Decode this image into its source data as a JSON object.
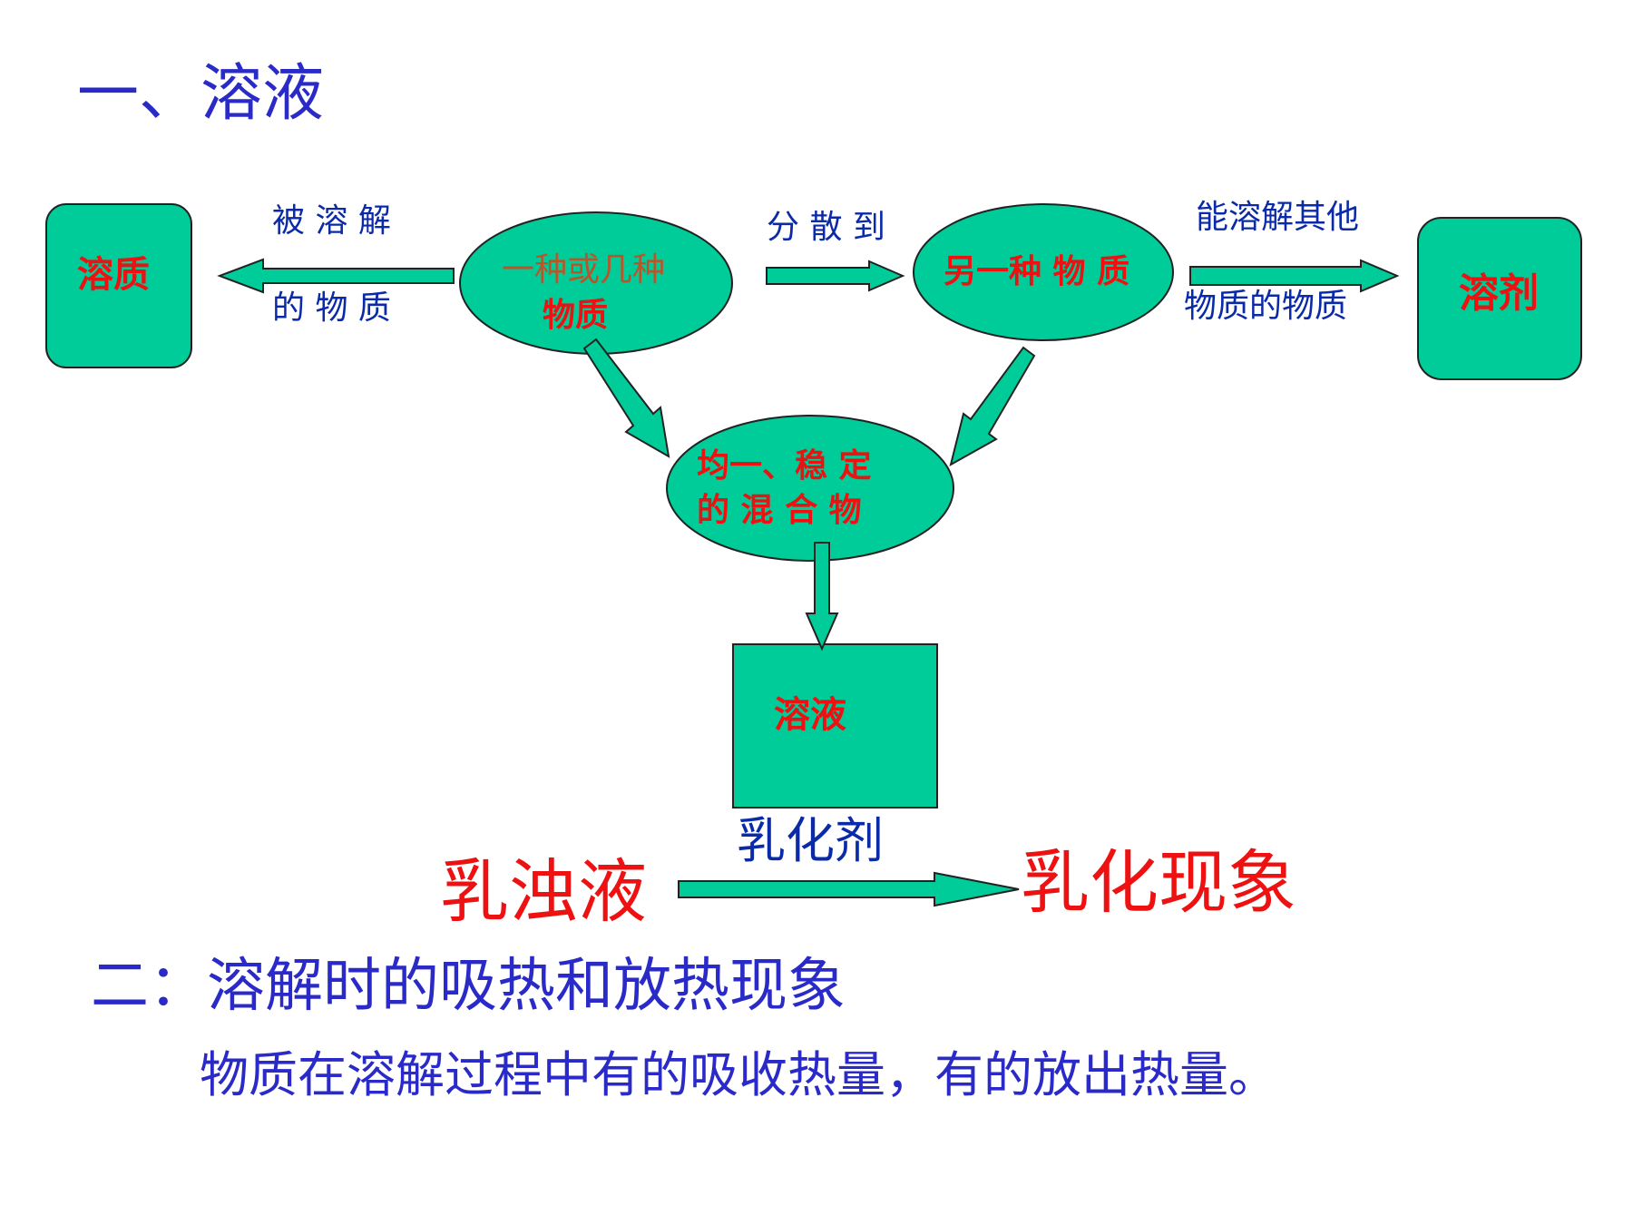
{
  "heading": "一、溶液",
  "diagram": {
    "solute_box": "溶质",
    "solute_label_top": "被 溶 解",
    "solute_label_bottom": "的 物  质",
    "substance_ellipse_line1": "一种或几种",
    "substance_ellipse_line2": "物质",
    "disperse_label": "分 散 到",
    "other_substance_ellipse": "另一种 物 质",
    "solvent_label_top": "能溶解其他",
    "solvent_label_bottom": "物质的物质",
    "solvent_box": "溶剂",
    "mixture_ellipse_line1": "均一、稳 定",
    "mixture_ellipse_line2": "的 混 合 物",
    "solution_box": "溶液"
  },
  "emulsion": {
    "emulsifier_label": "乳化剂",
    "emulsion_text": "乳浊液",
    "phenomenon_text": "乳化现象"
  },
  "section2": {
    "heading": "二：溶解时的吸热和放热现象",
    "body": "物质在溶解过程中有的吸收热量，有的放出热量。"
  },
  "colors": {
    "shape_fill": "#00cc99",
    "title_blue": "#2a2ac8",
    "label_navy": "#0a2aa8",
    "accent_red": "#ee1111",
    "muted_brown": "#b8562a"
  }
}
